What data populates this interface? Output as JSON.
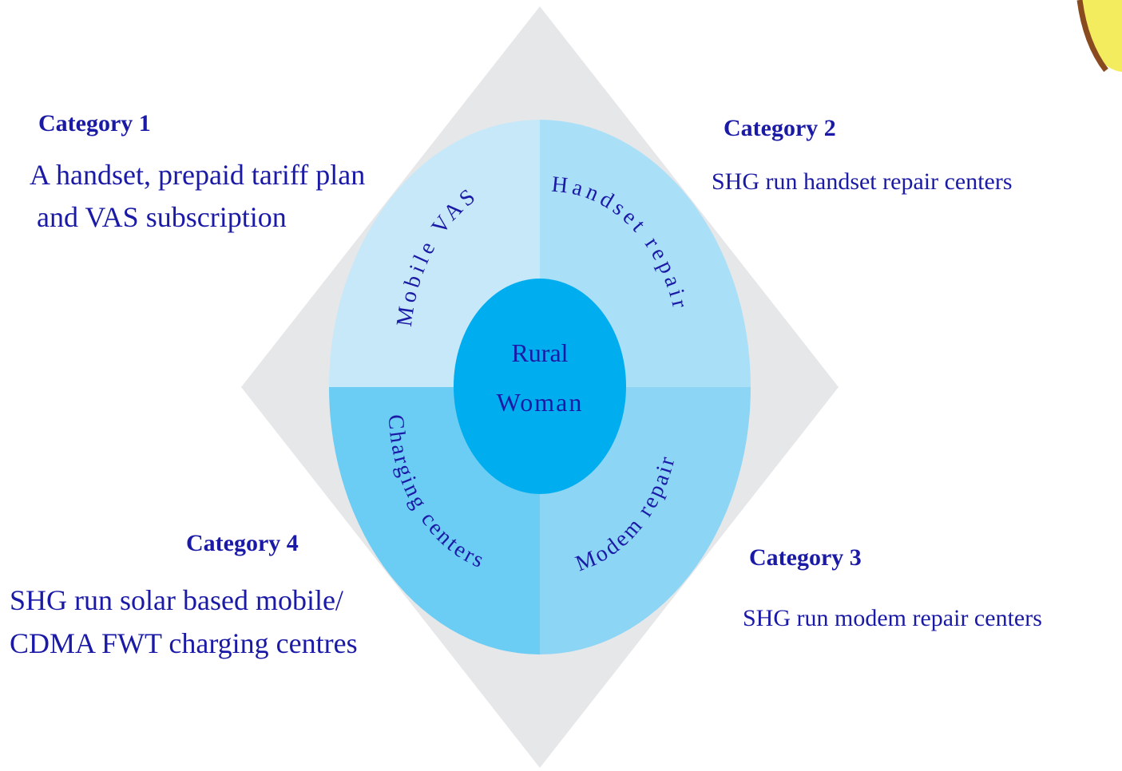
{
  "center": {
    "line1": "Rural",
    "line2": "Woman"
  },
  "quadrants": {
    "top_left": "Mobile VAS",
    "top_right": "Handset repair",
    "bottom_right": "Modem repair",
    "bottom_left": "Charging centers"
  },
  "categories": {
    "c1": {
      "title": "Category 1",
      "line1": "A handset, prepaid tariff plan",
      "line2": "and VAS subscription"
    },
    "c2": {
      "title": "Category 2",
      "line1": "SHG run handset repair centers"
    },
    "c3": {
      "title": "Category 3",
      "line1": "SHG run modem repair centers"
    },
    "c4": {
      "title": "Category 4",
      "line1": "SHG run solar based mobile/",
      "line2": "CDMA FWT charging centres"
    }
  },
  "colors": {
    "diamond": "#e6e7e9",
    "q_top_left": "#c6e8f8",
    "q_top_right": "#aadff8",
    "q_bottom_right": "#8dd5f5",
    "q_bottom_left": "#6ccdf4",
    "center": "#00aeef",
    "text": "#1a1aa6"
  }
}
